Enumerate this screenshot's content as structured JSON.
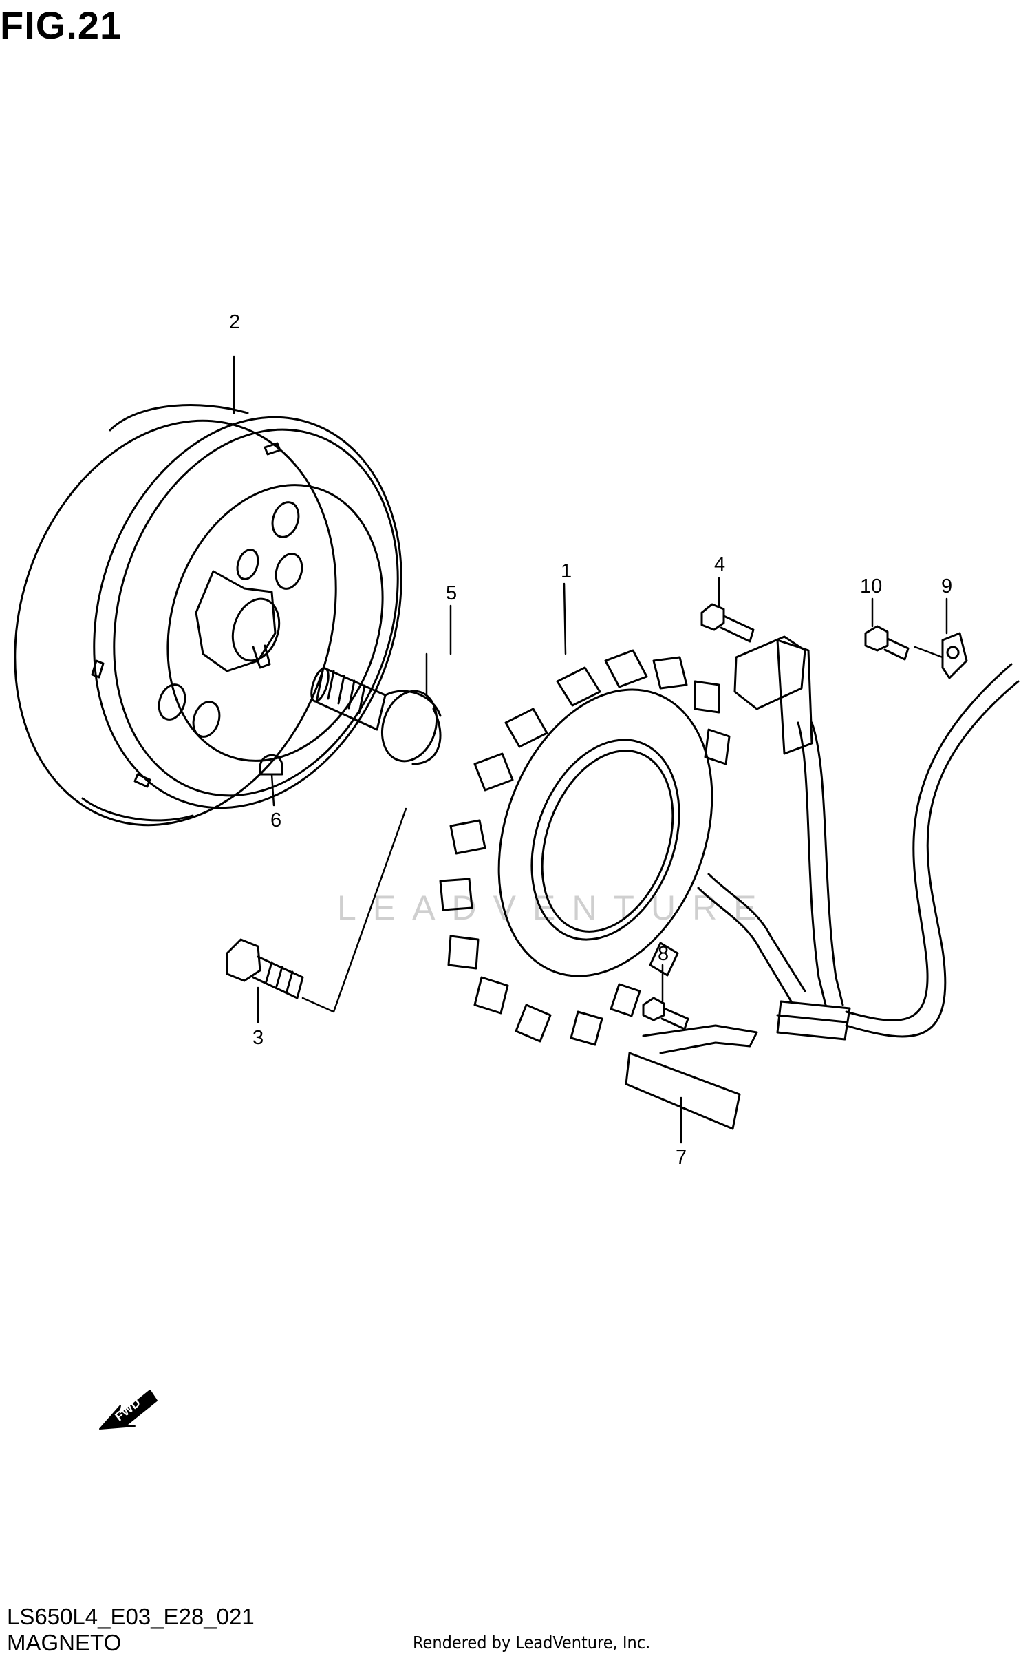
{
  "figure": {
    "title": "FIG.21",
    "code": "LS650L4_E03_E28_021",
    "name": "MAGNETO",
    "credit": "Rendered by LeadVenture, Inc.",
    "watermark": "LEADVENTURE"
  },
  "callouts": [
    {
      "id": "1",
      "part": "stator"
    },
    {
      "id": "2",
      "part": "rotor"
    },
    {
      "id": "3",
      "part": "bolt"
    },
    {
      "id": "4",
      "part": "bolt"
    },
    {
      "id": "5",
      "part": "rotor-bolt"
    },
    {
      "id": "6",
      "part": "key"
    },
    {
      "id": "7",
      "part": "clamp-plate"
    },
    {
      "id": "8",
      "part": "screw"
    },
    {
      "id": "9",
      "part": "clamp"
    },
    {
      "id": "10",
      "part": "bolt"
    }
  ],
  "fwd_label": "FWD"
}
